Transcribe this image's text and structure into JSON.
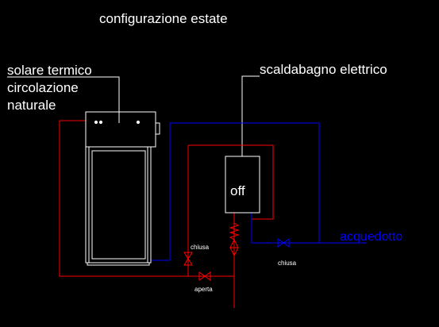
{
  "title": "configurazione estate",
  "solar": {
    "label_line1": "solare termico",
    "label_line2": "circolazione",
    "label_line3": "naturale"
  },
  "heater": {
    "label": "scaldabagno elettrico",
    "state": "off"
  },
  "valves": {
    "left_state": "chiusa",
    "bottom_state": "aperta",
    "right_state": "chiusa"
  },
  "mains": {
    "label": "acquedotto"
  },
  "colors": {
    "background": "#000000",
    "hot_line": "#ff0000",
    "cold_line": "#0000ff",
    "equipment": "#ffffff",
    "mains_label": "#0000ff"
  }
}
